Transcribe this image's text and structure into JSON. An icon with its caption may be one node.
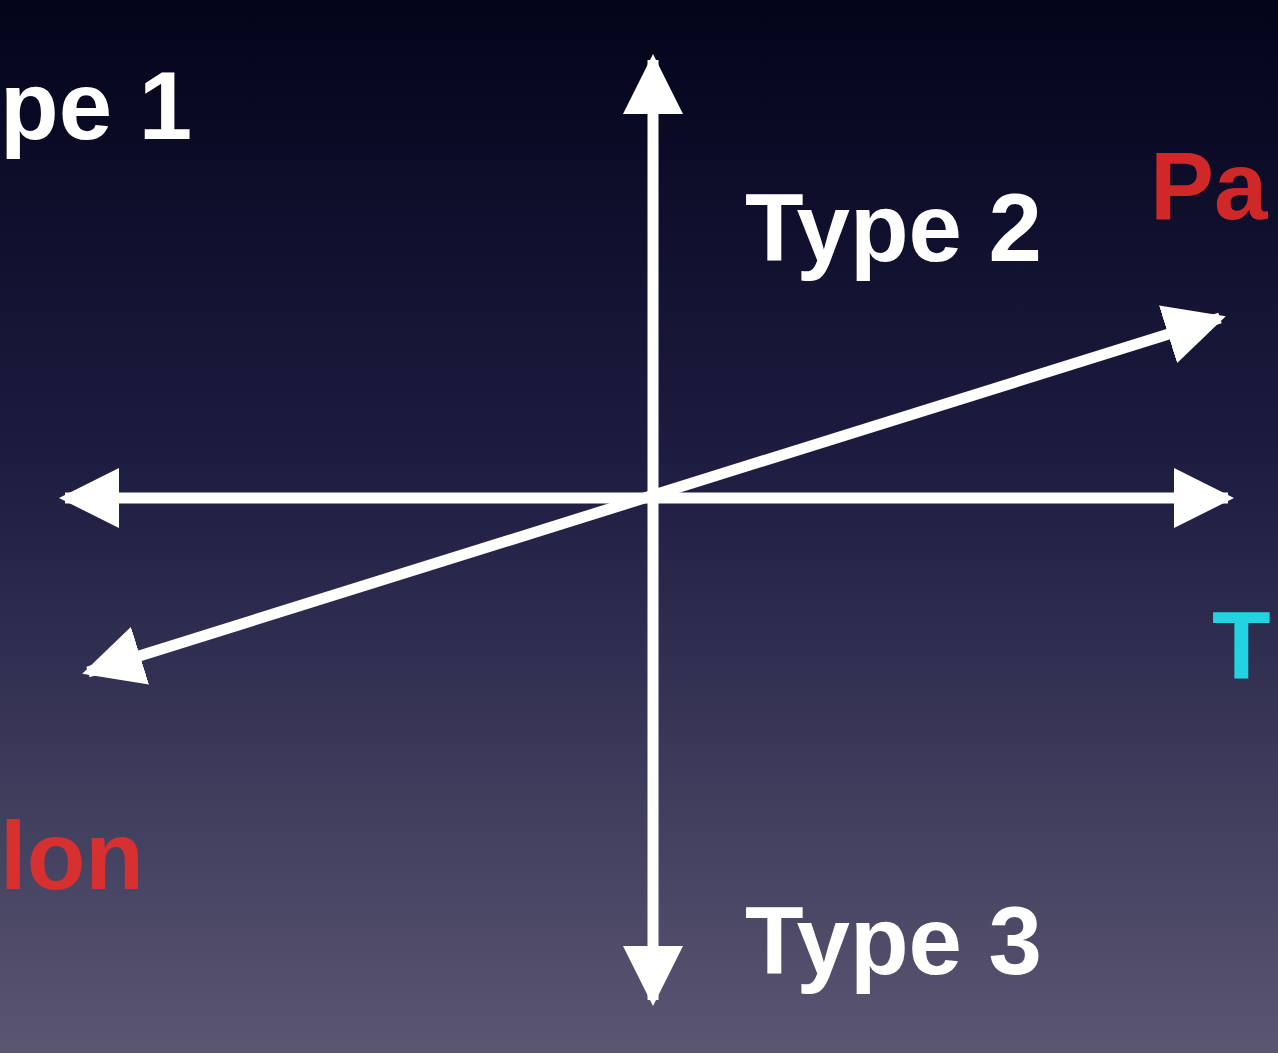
{
  "diagram": {
    "labels": [
      "pe 1",
      "Type 2",
      "Pa",
      "T",
      "lon",
      "Type 3"
    ]
  }
}
